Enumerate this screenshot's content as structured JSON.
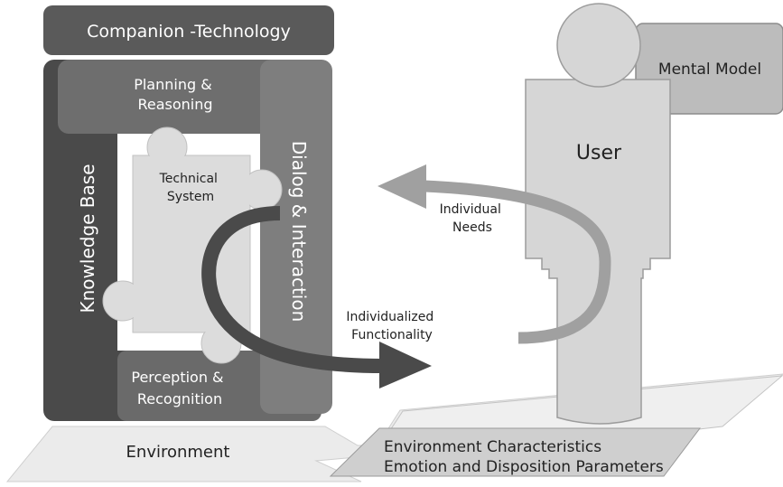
{
  "title": "Companion -Technology",
  "modules": {
    "planning": [
      "Planning &",
      "Reasoning"
    ],
    "knowledge": "Knowledge Base",
    "dialog": "Dialog & Interaction",
    "perception": [
      "Perception &",
      "Recognition"
    ],
    "technical_system": [
      "Technical",
      "System"
    ]
  },
  "user": {
    "label": "User",
    "mental_model": "Mental Model"
  },
  "arrows": {
    "individual_needs": [
      "Individual",
      "Needs"
    ],
    "individualized_functionality": [
      "Individualized",
      "Functionality"
    ]
  },
  "environment": {
    "label": "Environment",
    "characteristics": [
      "Environment Characteristics",
      "Emotion and Disposition Parameters"
    ]
  },
  "colors": {
    "title_box": "#5a5a5a",
    "knowledge_base": "#4a4a4a",
    "planning": "#6e6e6e",
    "dialog": "#7e7e7e",
    "perception": "#6a6a6a",
    "puzzle": "#dcdcdc",
    "user": "#d6d6d6",
    "mental_model": "#bcbcbc",
    "ground": "#ebebeb",
    "arrow_dark": "#4a4a4a",
    "arrow_light": "#a0a0a0"
  }
}
